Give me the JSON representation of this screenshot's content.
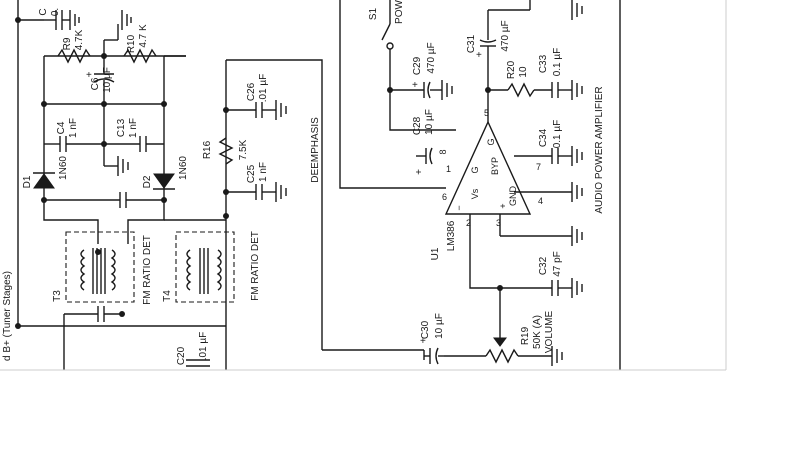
{
  "colors": {
    "ink": "#1a1a1a",
    "paper": "#ffffff"
  },
  "labels": {
    "c_partial": "C",
    "c_partial_val": "0.",
    "r9": "R9",
    "r9_val": "4.7K",
    "r10": "R10",
    "r10_val": "4.7 K",
    "c6": "C6",
    "c6_val": "10 µF",
    "c4": "C4",
    "c4_val": "1 nF",
    "c13": "C13",
    "c13_val": "1 nF",
    "d1": "D1",
    "d1_type": "1N60",
    "d2": "D2",
    "d2_type": "1N60",
    "b_plus": "d B+ (Tuner Stages)",
    "t3": "T3",
    "t4": "T4",
    "fm_ratio_det_1": "FM RATIO DET",
    "fm_ratio_det_2": "FM RATIO DET",
    "r16": "R16",
    "r16_val": "7.5K",
    "c26": "C26",
    "c26_val": ".01 µF",
    "c25": "C25",
    "c25_val": "1 nF",
    "deemphasis": "DEEMPHASIS",
    "c20": "C20",
    "c20_val": ".01 µF",
    "s1": "S1",
    "s1_label": "POW",
    "c29": "C29",
    "c29_val": "470 µF",
    "c28": "C28",
    "c28_val": "10 µF",
    "c31": "C31",
    "c31_val": "470 µF",
    "r20": "R20",
    "r20_val": "10",
    "c33": "C33",
    "c33_val": "0.1 µF",
    "c34": "C34",
    "c34_val": "0.1 µF",
    "u1": "U1",
    "u1_part": "LM386",
    "c32": "C32",
    "c32_val": "47 pF",
    "c30": "C30",
    "c30_val": "10 µF",
    "r19": "R19",
    "r19_val": "50K (A)",
    "r19_func": "VOLUME",
    "audio_amp": "AUDIO POWER AMPLIFIER",
    "pin_vs": "Vs",
    "pin_g1": "G",
    "pin_g2": "G",
    "pin_byp": "BYP",
    "pin_gnd": "GND",
    "pin_minus": "−",
    "pin_plus": "+",
    "pin_1": "1",
    "pin_2": "2",
    "pin_3": "3",
    "pin_4": "4",
    "pin_5": "5",
    "pin_6": "6",
    "pin_7": "7",
    "pin_8": "8",
    "polarity_plus": "+"
  }
}
